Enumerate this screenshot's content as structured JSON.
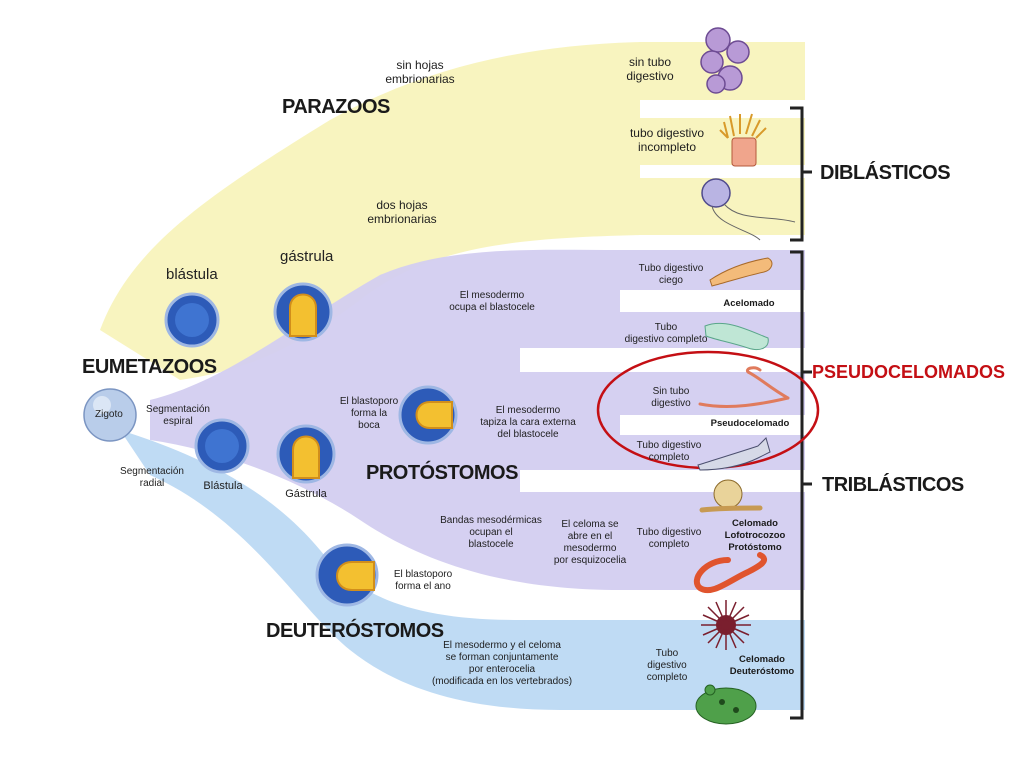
{
  "groups": {
    "parazoos": "PARAZOOS",
    "eumetazoos": "EUMETAZOOS",
    "protostomos": "PROTÓSTOMOS",
    "deuterostomos": "DEUTERÓSTOMOS",
    "diblasticos": "DIBLÁSTICOS",
    "triblasticos": "TRIBLÁSTICOS",
    "pseudocelomados": "PSEUDOCELOMADOS"
  },
  "stages": {
    "blastula_top": "blástula",
    "gastrula_top": "gástrula",
    "zigoto": "Zigoto",
    "blastula_bottom": "Blástula",
    "gastrula_bottom": "Gástrula"
  },
  "labels": {
    "sin_hojas": "sin hojas\nembrionarias",
    "dos_hojas": "dos hojas\nembrionarias",
    "sin_tubo": "sin tubo\ndigestivo",
    "tubo_incompleto": "tubo digestivo\nincompleto",
    "tubo_ciego": "Tubo digestivo\nciego",
    "acelomado": "Acelomado",
    "tubo_completo_1": "Tubo\ndigestivo completo",
    "sin_tubo_2": "Sin tubo\ndigestivo",
    "pseudocelomado": "Pseudocelomado",
    "tubo_completo_2": "Tubo digestivo\ncompleto",
    "tubo_completo_3": "Tubo digestivo\ncompleto",
    "celomado_lofo": "Celomado\nLofotrocozoo\nProtóstomo",
    "tubo_completo_4": "Tubo\ndigestivo\ncompleto",
    "celomado_deut": "Celomado\nDeuteróstomo",
    "mesodermo_ocupa": "El mesodermo\nocupa el blastocele",
    "mesodermo_tapiza": "El mesodermo\ntapiza la cara externa\ndel blastocele",
    "bandas": "Bandas mesodérmicas\nocupan el\nblastocele",
    "celoma_abre": "El celoma se\nabre en el\nmesodermo\npor esquizocelia",
    "blastoporo_boca": "El blastoporo\nforma la\nboca",
    "blastoporo_ano": "El blastoporo\nforma el ano",
    "mesodermo_celoma": "El mesodermo y el celoma\nse forman conjuntamente\npor enterocelia\n(modificada en los vertebrados)",
    "seg_espiral": "Segmentación\nespiral",
    "seg_radial": "Segmentación\nradial"
  },
  "icons": [
    "sponge-icon",
    "sea-anemone-icon",
    "comb-jelly-icon",
    "flatworm-icon",
    "hydra-icon",
    "roundworm-icon",
    "rotifer-icon",
    "snail-icon",
    "earthworm-icon",
    "sea-urchin-icon",
    "frog-icon"
  ],
  "colors": {
    "yellow_band": "#f6f3b4",
    "purple_band": "#cfcaef",
    "blue_band": "#b8d7f2",
    "highlight_red": "#c40f14"
  }
}
